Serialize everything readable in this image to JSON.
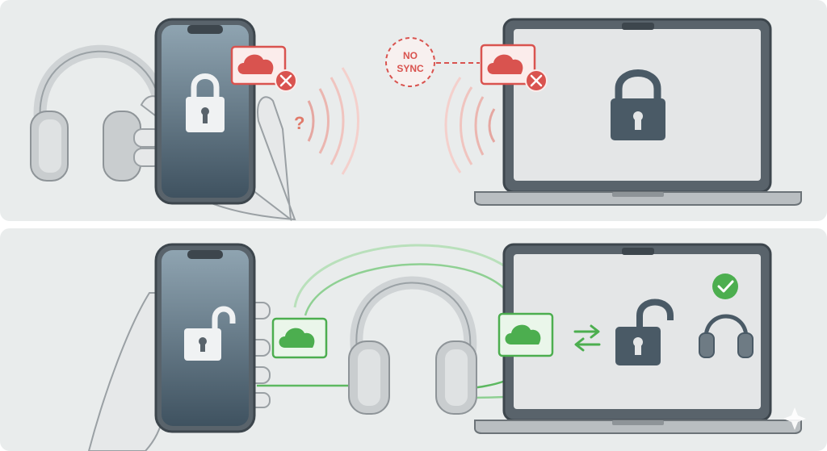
{
  "scenes": {
    "top": {
      "state": "locked-no-sync",
      "badge_line1": "NO",
      "badge_line2": "SYNC",
      "question_mark": "?",
      "icons": [
        "headphones-icon",
        "phone-lock-icon",
        "cloud-error-icon",
        "signal-waves-icon",
        "laptop-lock-icon"
      ]
    },
    "bottom": {
      "state": "unlocked-synced",
      "icons": [
        "phone-unlock-icon",
        "cloud-ok-icon",
        "headphones-icon",
        "swap-arrows-icon",
        "unlock-icon",
        "check-icon"
      ]
    }
  },
  "colors": {
    "error": "#d9534f",
    "success": "#4cae4f",
    "device_dark": "#4a5a66",
    "panel_bg": "#e9ecec"
  }
}
